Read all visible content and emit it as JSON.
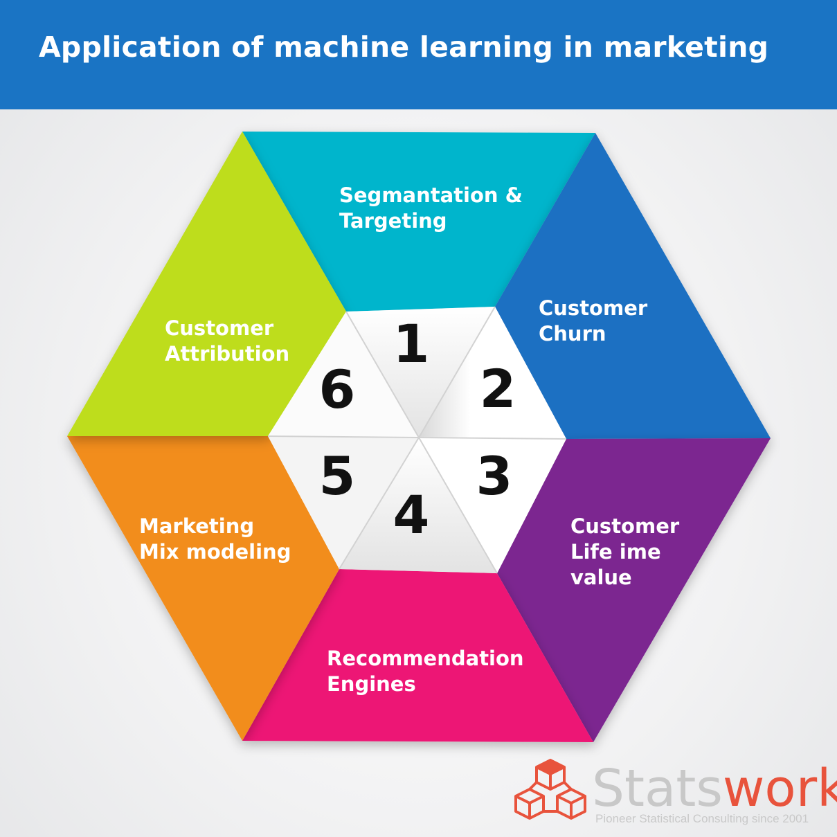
{
  "header": {
    "title": "Application of machine learning in marketing"
  },
  "segments": [
    {
      "number": "1",
      "label_line1": "Segmantation &",
      "label_line2": "Targeting",
      "label_line3": "",
      "color": "#00b5cc"
    },
    {
      "number": "2",
      "label_line1": "Customer",
      "label_line2": "Churn",
      "label_line3": "",
      "color": "#1a6fc2"
    },
    {
      "number": "3",
      "label_line1": "Customer",
      "label_line2": "Life ime",
      "label_line3": "value",
      "color": "#7b2590"
    },
    {
      "number": "4",
      "label_line1": "Recommendation",
      "label_line2": "Engines",
      "label_line3": "",
      "color": "#ed1875"
    },
    {
      "number": "5",
      "label_line1": "Marketing",
      "label_line2": "Mix modeling",
      "label_line3": "",
      "color": "#f28d1b"
    },
    {
      "number": "6",
      "label_line1": "Customer",
      "label_line2": "Attribution",
      "label_line3": "",
      "color": "#bedd1a"
    }
  ],
  "logo": {
    "name_part1": "Stats",
    "name_part2": "work",
    "tagline": "Pioneer Statistical Consulting since 2001",
    "color_part1": "#c8c8c8",
    "color_part2": "#e8533c",
    "icon": "cubes-icon"
  }
}
